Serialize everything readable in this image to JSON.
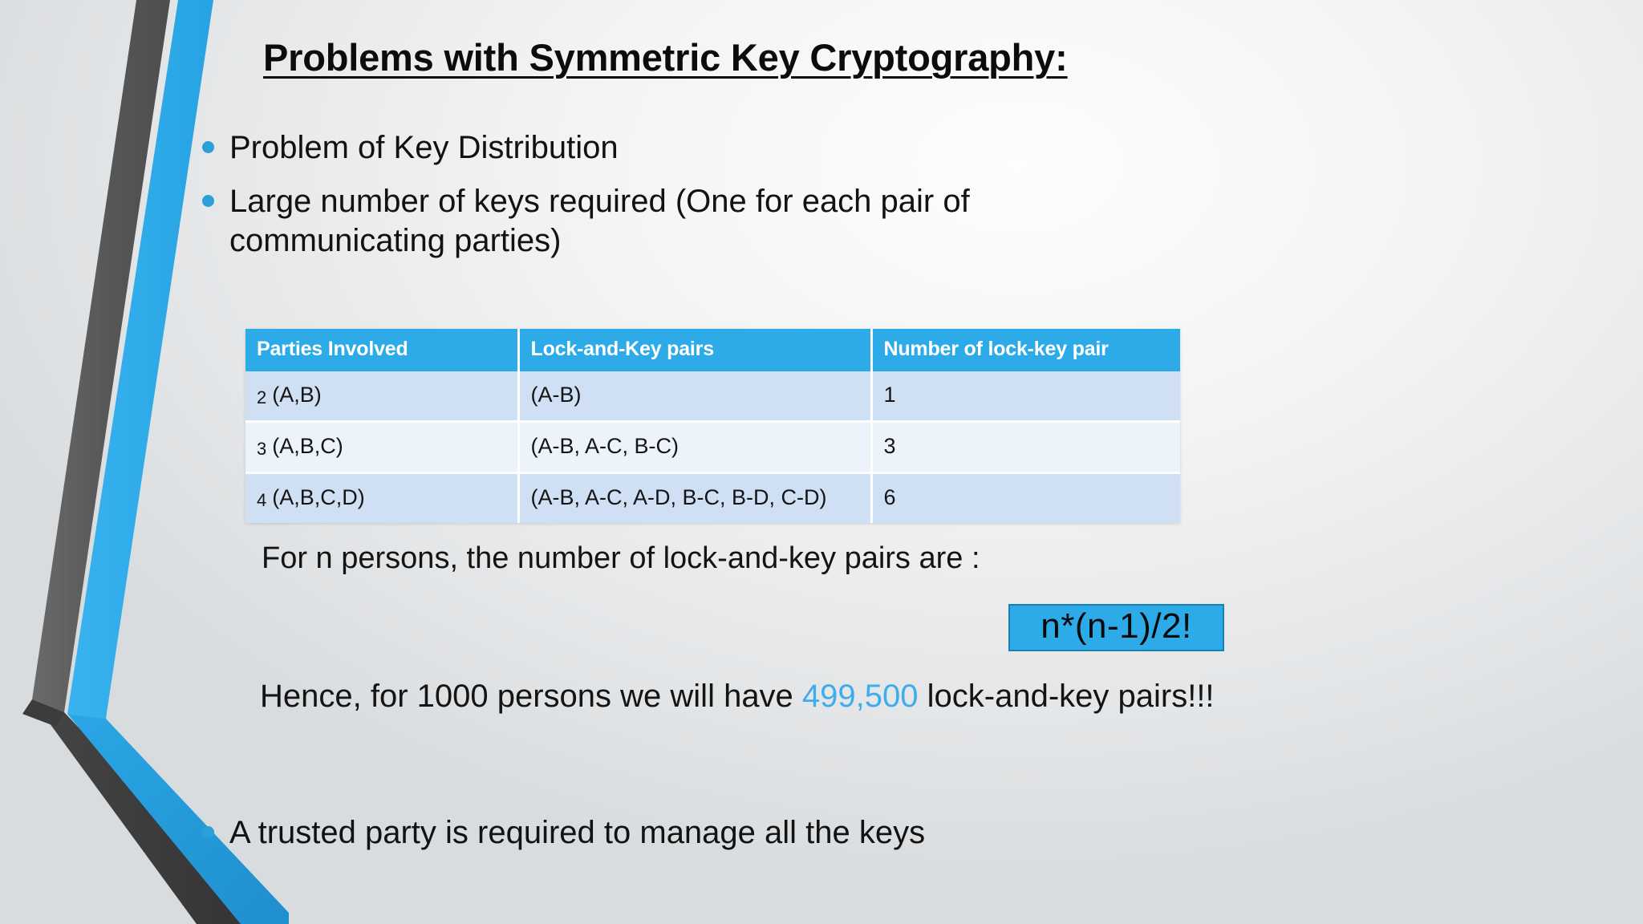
{
  "slide": {
    "title": "Problems with Symmetric Key Cryptography:",
    "bullets": [
      {
        "text": "Problem of Key Distribution"
      },
      {
        "text": "Large number of keys required (One for each pair of communicating parties)"
      },
      {
        "text": "A trusted party is required to manage all the keys"
      }
    ],
    "for_n_line": "For n persons, the number of lock-and-key pairs are :",
    "formula": "n*(n-1)/2!",
    "conclusion": {
      "before": "Hence, for 1000 persons we will have ",
      "highlight": "499,500",
      "after": " lock-and-key pairs!!!"
    }
  },
  "table": {
    "headers": [
      "Parties Involved",
      "Lock-and-Key pairs",
      "Number of lock-key pair"
    ],
    "rows": [
      {
        "n": "2",
        "parties": "(A,B)",
        "pairs": "(A-B)",
        "count": "1"
      },
      {
        "n": "3",
        "parties": "(A,B,C)",
        "pairs": "(A-B, A-C, B-C)",
        "count": "3"
      },
      {
        "n": "4",
        "parties": "(A,B,C,D)",
        "pairs": "(A-B, A-C, A-D, B-C, B-D, C-D)",
        "count": "6"
      }
    ]
  },
  "colors": {
    "accent_blue": "#2cabe8",
    "header_blue": "#2cabe8",
    "row_odd": "#cfe0f4",
    "row_even": "#edf3fb",
    "ribbon_gray": "#5a5a5a",
    "ribbon_blue": "#2cabe8",
    "highlight_text": "#3fadea",
    "bullet_dot": "#2a9fd8"
  }
}
